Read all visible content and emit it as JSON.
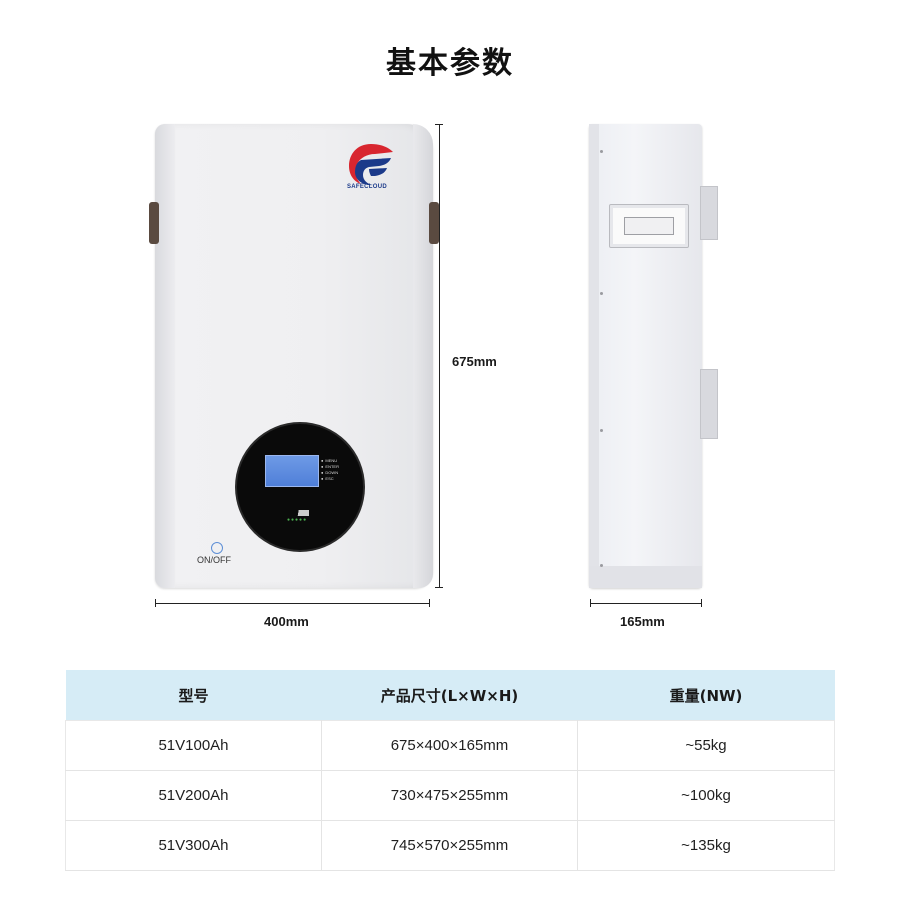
{
  "page": {
    "title": "基本参数"
  },
  "front_unit": {
    "brand_text": "SAFECLOUD",
    "power_label": "ON/OFF",
    "menu_items": [
      "MENU",
      "ENTER",
      "DOWN",
      "ESC"
    ],
    "width_label": "400mm",
    "height_label": "675mm",
    "logo_colors": {
      "red": "#d8262f",
      "blue": "#1b3a8a"
    }
  },
  "side_unit": {
    "depth_label": "165mm"
  },
  "spec_table": {
    "headers": [
      "型号",
      "产品尺寸(L×W×H)",
      "重量(NW)"
    ],
    "rows": [
      [
        "51V100Ah",
        "675×400×165mm",
        "~55kg"
      ],
      [
        "51V200Ah",
        "730×475×255mm",
        "~100kg"
      ],
      [
        "51V300Ah",
        "745×570×255mm",
        "~135kg"
      ]
    ],
    "header_bg": "#d6ecf6"
  }
}
